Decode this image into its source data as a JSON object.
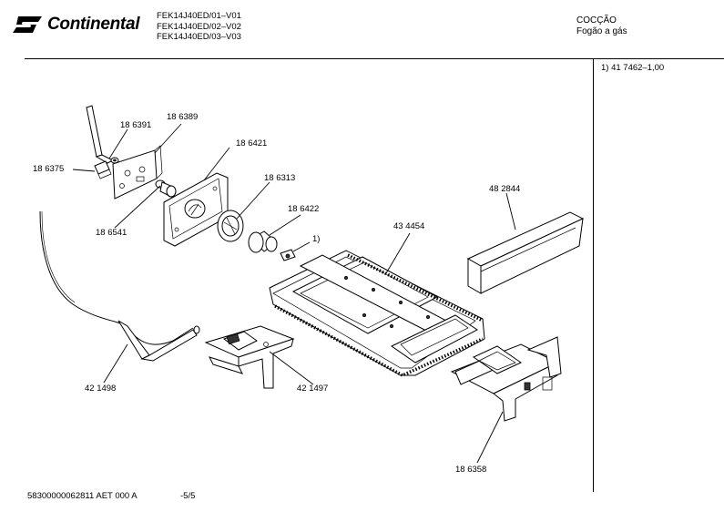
{
  "header": {
    "brand": "Continental",
    "models": [
      "FEK14J40ED/01–V01",
      "FEK14J40ED/02–V02",
      "FEK14J40ED/03–V03"
    ],
    "category_line1": "COCÇÃO",
    "category_line2": "Fogão a gás"
  },
  "side_note": "1) 41 7462–1,00",
  "parts": {
    "p186391": "18 6391",
    "p186389": "18 6389",
    "p186375": "18 6375",
    "p186421": "18 6421",
    "p186313": "18 6313",
    "p186541": "18 6541",
    "p186422": "18 6422",
    "ref1": "1)",
    "p434454": "43 4454",
    "p482844": "48 2844",
    "p421498": "42 1498",
    "p421497": "42 1497",
    "p186358": "18 6358"
  },
  "footer": {
    "code": "58300000062811 AET 000 A",
    "page": "-5/5"
  }
}
